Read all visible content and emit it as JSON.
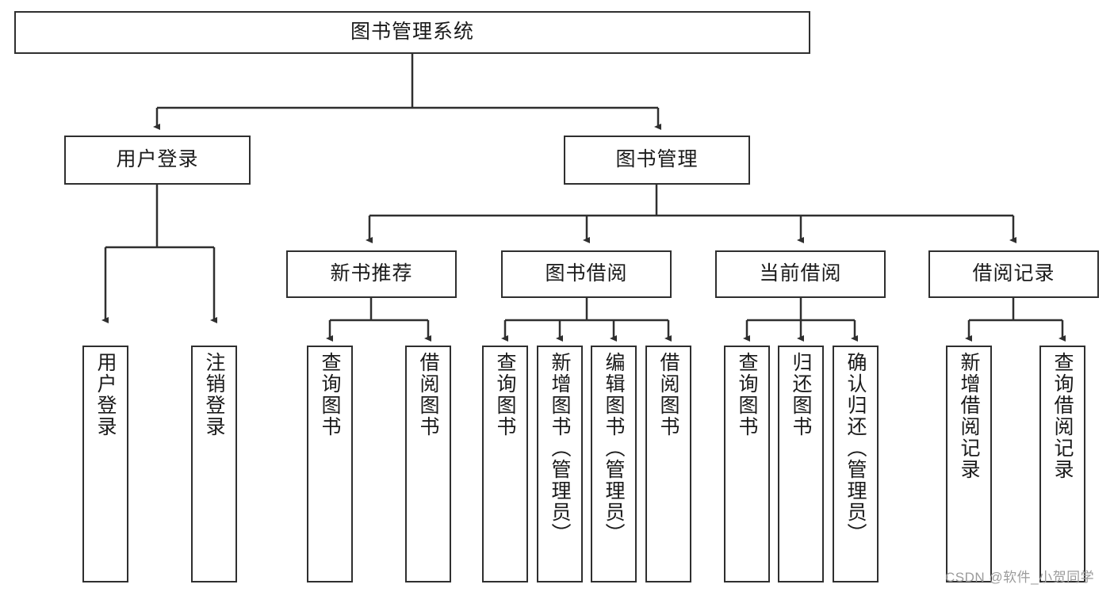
{
  "diagram": {
    "title": "图书管理系统",
    "type": "tree-hierarchy-chart",
    "root": {
      "label": "图书管理系统"
    },
    "level2": [
      {
        "label": "用户登录"
      },
      {
        "label": "图书管理"
      }
    ],
    "level3": [
      {
        "label": "新书推荐"
      },
      {
        "label": "图书借阅"
      },
      {
        "label": "当前借阅"
      },
      {
        "label": "借阅记录"
      }
    ],
    "leaves": {
      "user_login": [
        {
          "label": "用户登录"
        },
        {
          "label": "注销登录"
        }
      ],
      "new_book_recommend": [
        {
          "label": "查询图书"
        },
        {
          "label": "借阅图书"
        }
      ],
      "book_borrow": [
        {
          "label": "查询图书"
        },
        {
          "label": "新增图书（管理员）"
        },
        {
          "label": "编辑图书（管理员）"
        },
        {
          "label": "借阅图书"
        }
      ],
      "current_borrow": [
        {
          "label": "查询图书"
        },
        {
          "label": "归还图书"
        },
        {
          "label": "确认归还（管理员）"
        }
      ],
      "borrow_record": [
        {
          "label": "新增借阅记录"
        },
        {
          "label": "查询借阅记录"
        }
      ]
    }
  },
  "watermark": {
    "text": "CSDN @软件_小贺同学"
  },
  "colors": {
    "stroke": "#2f2f2f",
    "box_fill": "#ffffff",
    "text": "#1a1a1a",
    "watermark": "#9b9b9b",
    "background": "#ffffff"
  }
}
